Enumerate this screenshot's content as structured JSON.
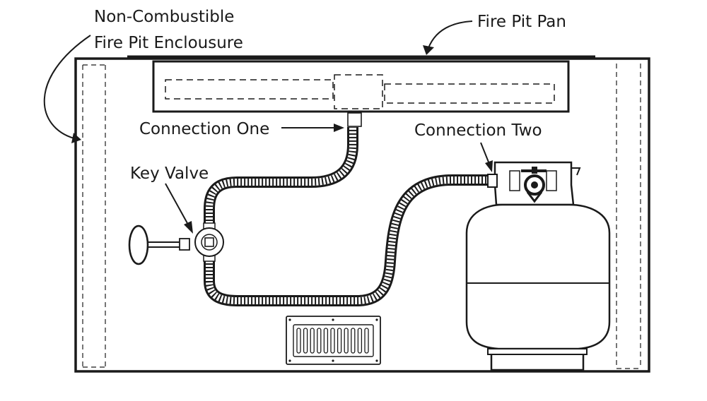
{
  "labels": {
    "enclosure_line1": "Non-Combustible",
    "enclosure_line2": "Fire Pit Enclousure",
    "fire_pit_pan": "Fire Pit Pan",
    "connection_one": "Connection One",
    "connection_two": "Connection Two",
    "key_valve": "Key Valve"
  },
  "colors": {
    "line": "#1a1a1a",
    "background": "#ffffff"
  }
}
